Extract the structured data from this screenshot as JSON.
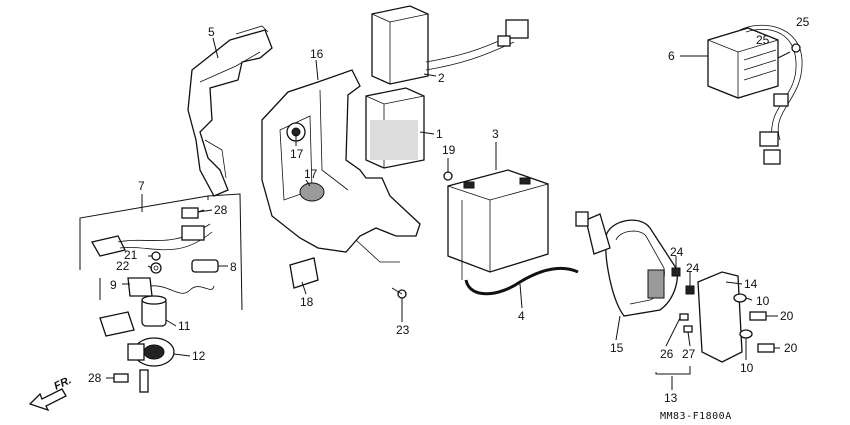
{
  "callouts": {
    "c1": "1",
    "c2": "2",
    "c3": "3",
    "c4": "4",
    "c5": "5",
    "c6": "6",
    "c7": "7",
    "c8": "8",
    "c9": "9",
    "c10a": "10",
    "c10b": "10",
    "c11": "11",
    "c12": "12",
    "c13": "13",
    "c14": "14",
    "c15": "15",
    "c16": "16",
    "c17a": "17",
    "c17b": "17",
    "c18": "18",
    "c19": "19",
    "c20a": "20",
    "c20b": "20",
    "c21": "21",
    "c22": "22",
    "c23": "23",
    "c24a": "24",
    "c24b": "24",
    "c25a": "25",
    "c25b": "25",
    "c26": "26",
    "c27": "27",
    "c28a": "28",
    "c28b": "28"
  },
  "diagram_code": "MM83-F1800A",
  "direction_label": "FR."
}
